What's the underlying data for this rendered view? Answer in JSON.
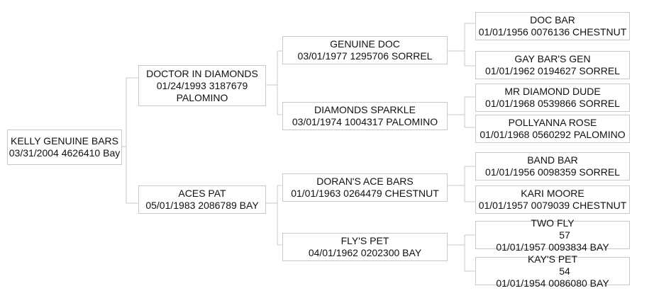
{
  "pedigree": {
    "subject": {
      "name": "KELLY GENUINE BARS",
      "details": "03/31/2004 4626410 Bay"
    },
    "sire": {
      "name": "DOCTOR IN DIAMONDS",
      "details": "01/24/1993 3187679",
      "color": "PALOMINO"
    },
    "dam": {
      "name": "ACES PAT",
      "details": "05/01/1983 2086789 BAY"
    },
    "sire_sire": {
      "name": "GENUINE DOC",
      "details": "03/01/1977 1295706 SORREL"
    },
    "sire_dam": {
      "name": "DIAMONDS SPARKLE",
      "details": "03/01/1974 1004317 PALOMINO"
    },
    "dam_sire": {
      "name": "DORAN'S ACE BARS",
      "details": "01/01/1963 0264479 CHESTNUT"
    },
    "dam_dam": {
      "name": "FLY'S PET",
      "details": "04/01/1962 0202300 BAY"
    },
    "ggp": [
      {
        "name": "DOC BAR",
        "details": "01/01/1956 0076136 CHESTNUT"
      },
      {
        "name": "GAY BAR'S GEN",
        "details": "01/01/1962 0194627 SORREL"
      },
      {
        "name": "MR DIAMOND DUDE",
        "details": "01/01/1968 0539866 SORREL"
      },
      {
        "name": "POLLYANNA ROSE",
        "details": "01/01/1968 0560292 PALOMINO"
      },
      {
        "name": "BAND BAR",
        "details": "01/01/1956 0098359 SORREL"
      },
      {
        "name": "KARI MOORE",
        "details": "01/01/1957 0079039 CHESTNUT"
      },
      {
        "name": "TWO FLY",
        "note": "57",
        "details": "01/01/1957 0093834 BAY"
      },
      {
        "name": "KAY'S PET",
        "note": "54",
        "details": "01/01/1954 0086080 BAY"
      }
    ]
  }
}
